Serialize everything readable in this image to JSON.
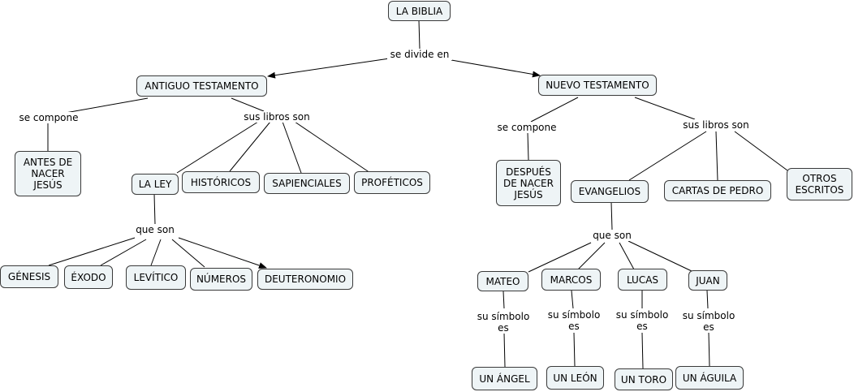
{
  "nodes": {
    "la_biblia": "LA BIBLIA",
    "antiguo": "ANTIGUO TESTAMENTO",
    "nuevo": "NUEVO TESTAMENTO",
    "antes": "ANTES DE\nNACER\nJESÚS",
    "despues": "DESPUÉS\nDE NACER\nJESÚS",
    "la_ley": "LA LEY",
    "historicos": "HISTÓRICOS",
    "sapienciales": "SAPIENCIALES",
    "profeticos": "PROFÉTICOS",
    "genesis": "GÉNESIS",
    "exodo": "ÉXODO",
    "levitico": "LEVÍTICO",
    "numeros": "NÚMEROS",
    "deuteronomio": "DEUTERONOMIO",
    "evangelios": "EVANGELIOS",
    "cartas": "CARTAS DE PEDRO",
    "otros": "OTROS\nESCRITOS",
    "mateo": "MATEO",
    "marcos": "MARCOS",
    "lucas": "LUCAS",
    "juan": "JUAN",
    "angel": "UN ÁNGEL",
    "leon": "UN LEÓN",
    "toro": "UN TORO",
    "aguila": "UN ÁGUILA"
  },
  "links": {
    "se_divide_en": "se divide en",
    "se_compone_at": "se compone",
    "sus_libros_at": "sus libros son",
    "se_compone_nt": "se compone",
    "sus_libros_nt": "sus libros son",
    "que_son_ley": "que son",
    "que_son_ev": "que son",
    "simbolo_mateo": "su símbolo\nes",
    "simbolo_marcos": "su símbolo\nes",
    "simbolo_lucas": "su símbolo\nes",
    "simbolo_juan": "su símbolo\nes"
  }
}
